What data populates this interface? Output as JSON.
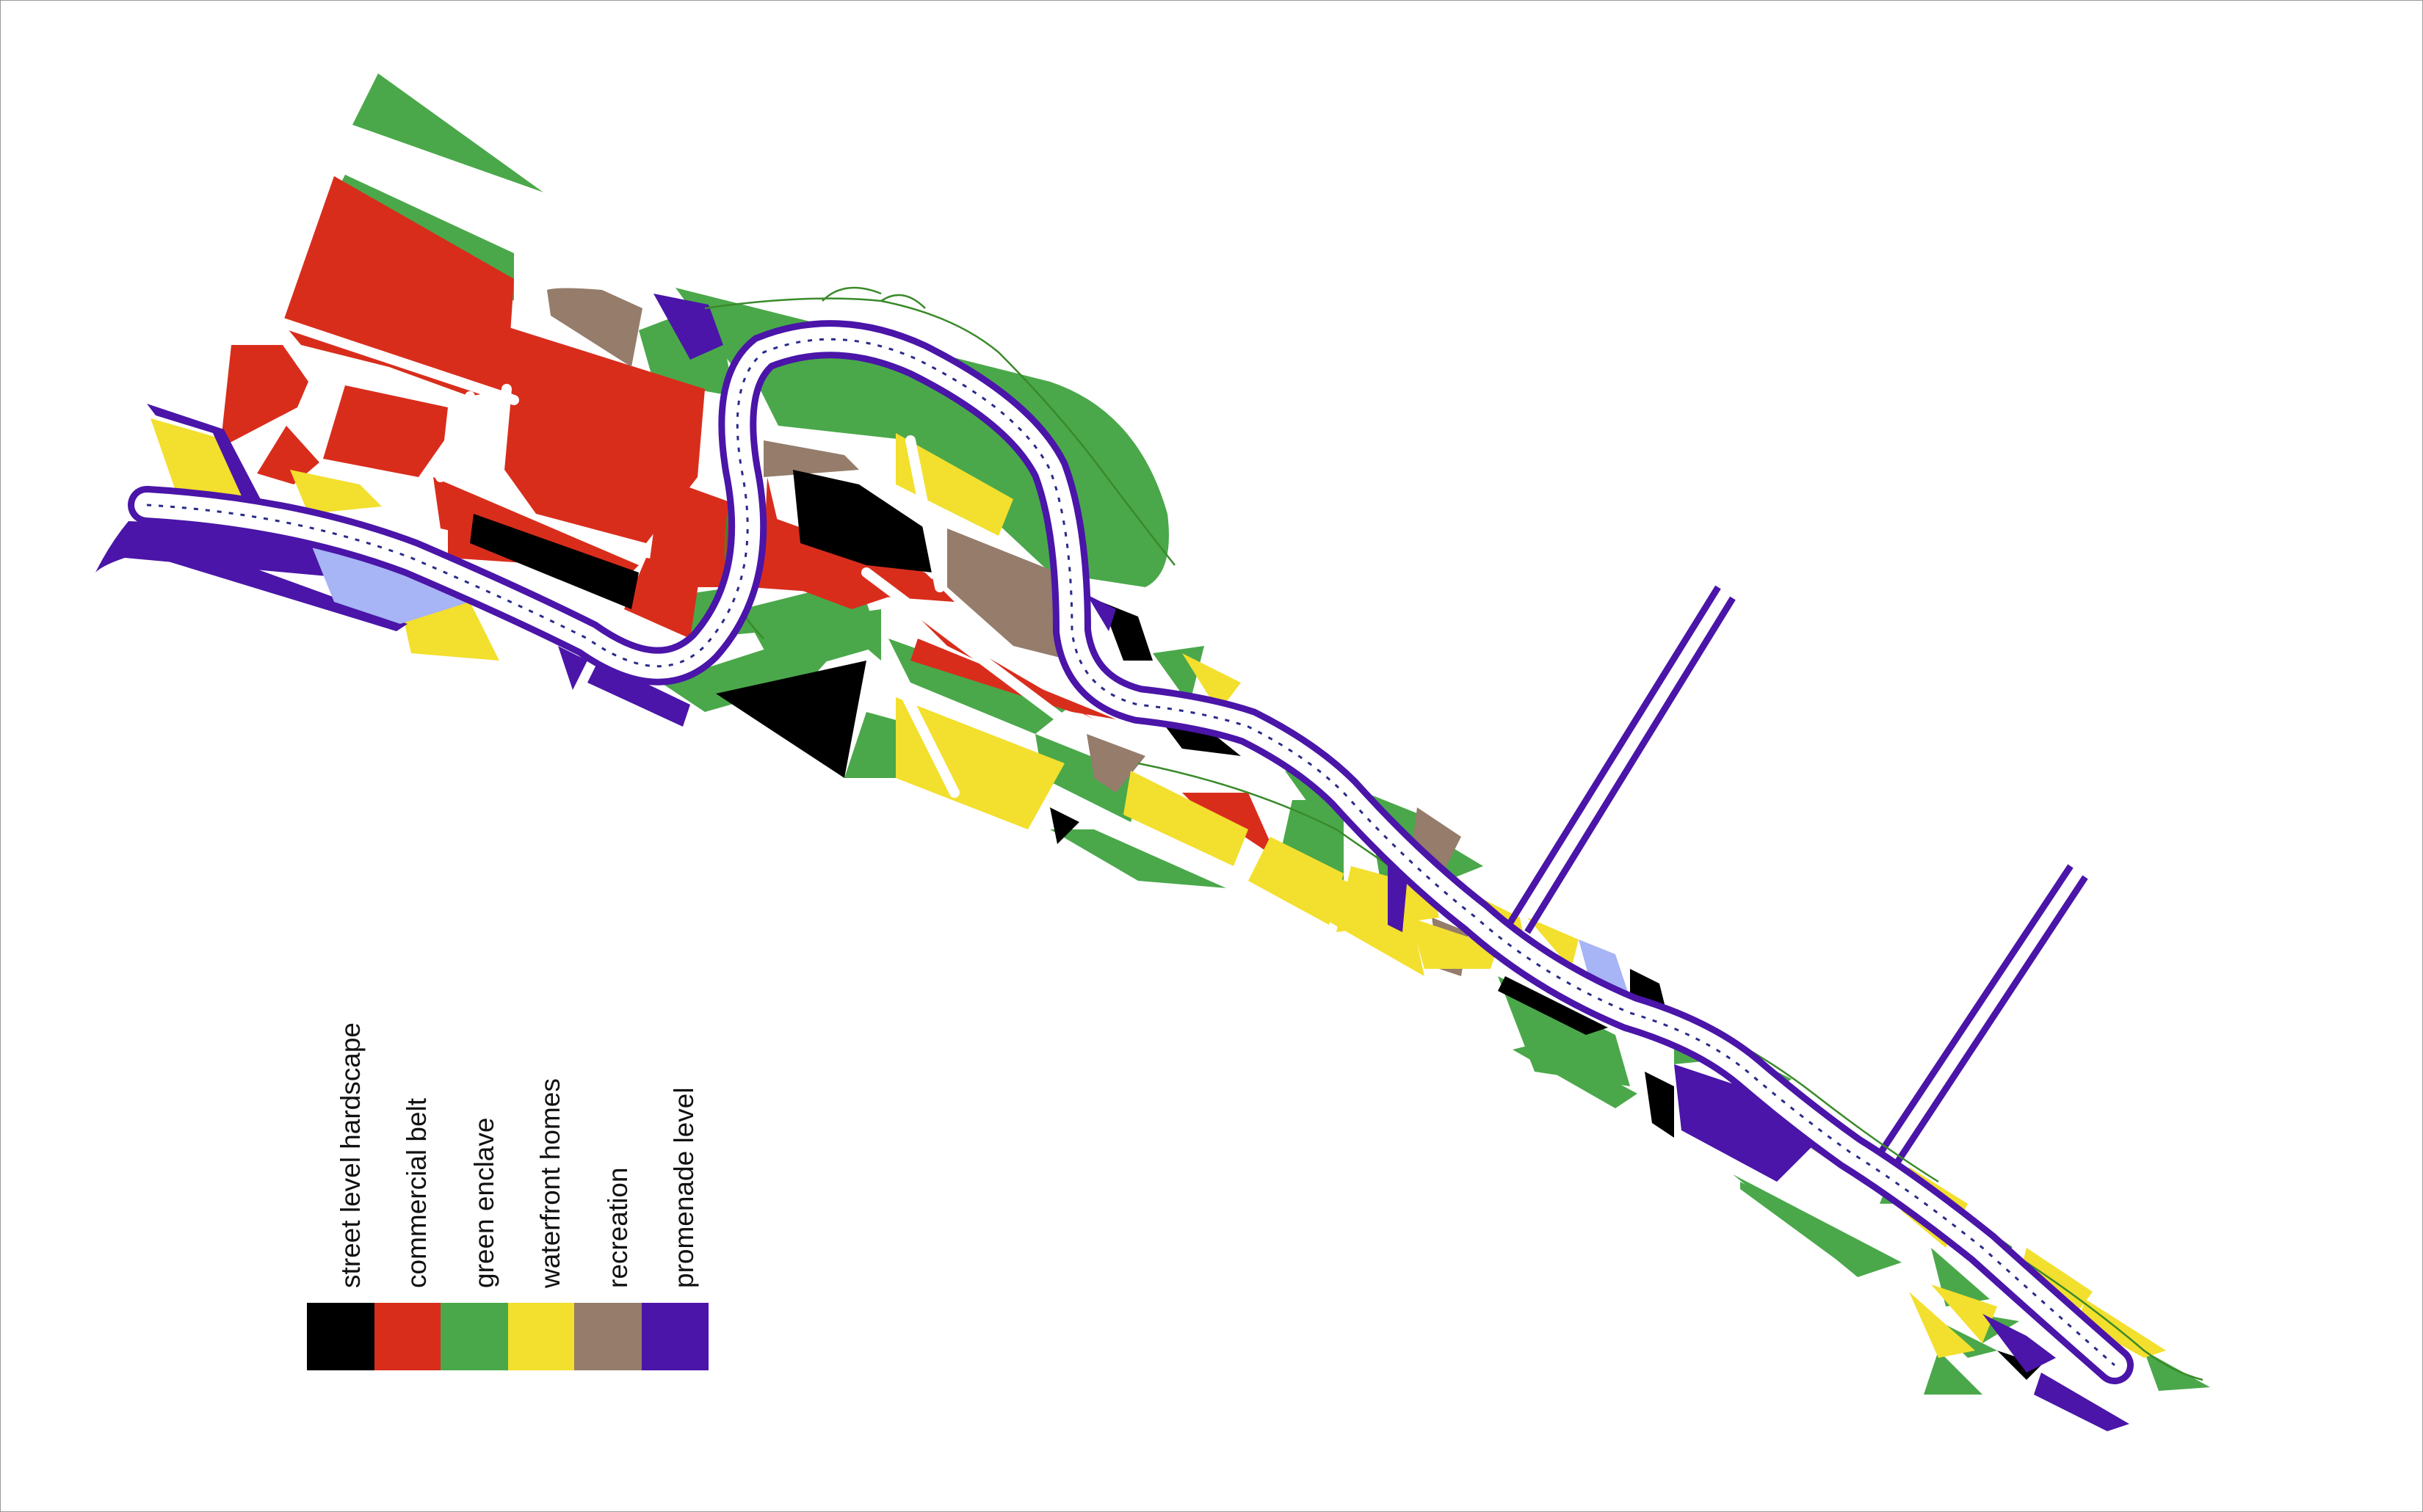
{
  "legend": {
    "items": [
      {
        "label": "street level hardscape",
        "color": "#000000"
      },
      {
        "label": "commercial belt",
        "color": "#d92d1c"
      },
      {
        "label": "green enclave",
        "color": "#4aa84a"
      },
      {
        "label": "waterfront homes",
        "color": "#f3df2d"
      },
      {
        "label": "recreation",
        "color": "#957c6b"
      },
      {
        "label": "promenade level",
        "color": "#4a15a8"
      }
    ]
  },
  "colors": {
    "hardscape": "#000000",
    "commercial": "#d92d1c",
    "green": "#4aa84a",
    "homes": "#f3df2d",
    "recreation": "#957c6b",
    "promenade": "#4a15a8",
    "plaza": "#a7b4f5",
    "path_line": "#3a8a2a"
  }
}
